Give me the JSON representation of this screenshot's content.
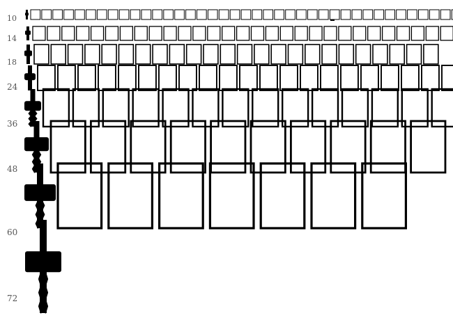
{
  "colors": {
    "background": "#ffffff",
    "glyph": "#000000",
    "label": "#555555"
  },
  "icons": {
    "leading_glyph": "torch-glyph-icon",
    "missing_glyph": "tofu-box-icon"
  },
  "rows": [
    {
      "size_label": "10",
      "boxes": 39
    },
    {
      "size_label": "14",
      "boxes": 29
    },
    {
      "size_label": "18",
      "boxes": 24
    },
    {
      "size_label": "24",
      "boxes": 21
    },
    {
      "size_label": "36",
      "boxes": 14
    },
    {
      "size_label": "48",
      "boxes": 10
    },
    {
      "size_label": "60",
      "boxes": 7
    },
    {
      "size_label": "72",
      "boxes": 0
    }
  ]
}
